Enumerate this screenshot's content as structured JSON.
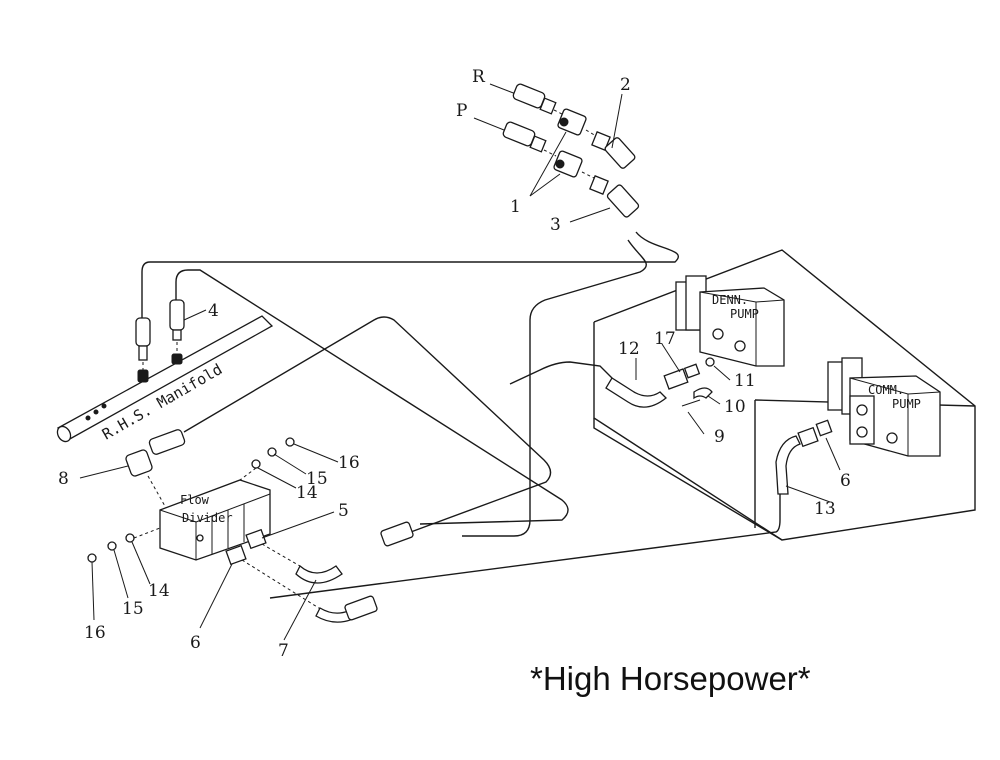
{
  "diagram": {
    "caption": "*High Horsepower*",
    "callouts": {
      "r": "R",
      "p": "P",
      "n1": "1",
      "n2": "2",
      "n3": "3",
      "n4": "4",
      "n5": "5",
      "n6a": "6",
      "n6b": "6",
      "n7": "7",
      "n8": "8",
      "n9": "9",
      "n10": "10",
      "n11": "11",
      "n12": "12",
      "n13": "13",
      "n14a": "14",
      "n14b": "14",
      "n15a": "15",
      "n15b": "15",
      "n16a": "16",
      "n16b": "16",
      "n17": "17"
    },
    "labels": {
      "manifold": "R.H.S. Manifold",
      "flow_divider_1": "Flow",
      "flow_divider_2": "Divider",
      "denn_pump_1": "DENN.",
      "denn_pump_2": "PUMP",
      "comm_pump_1": "COMM.",
      "comm_pump_2": "PUMP"
    }
  }
}
